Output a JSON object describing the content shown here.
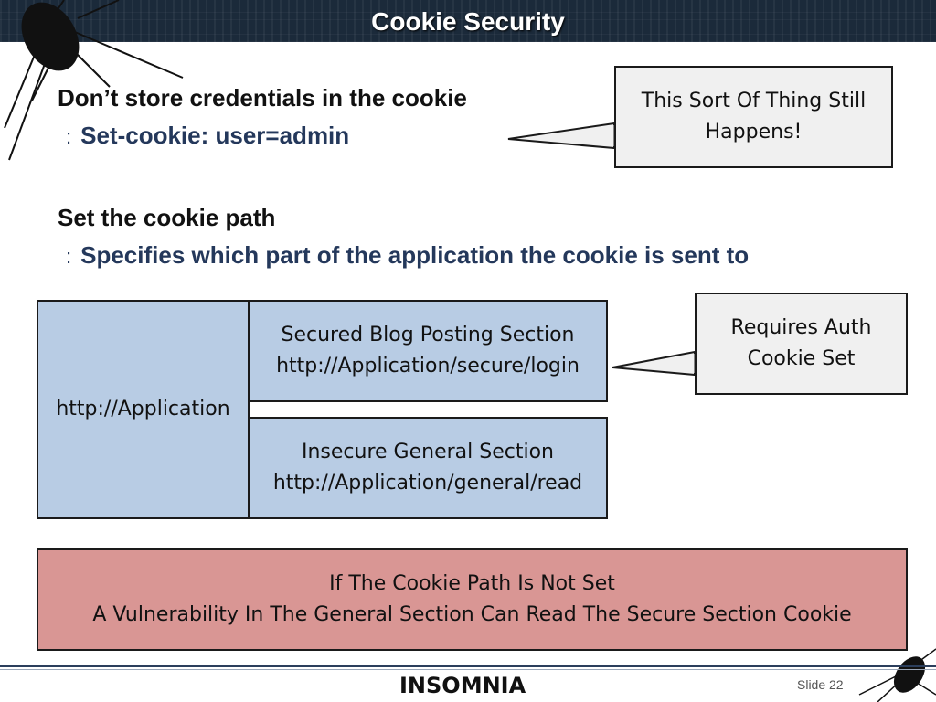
{
  "slide": {
    "title": "Cookie Security",
    "bullets": [
      {
        "main": "Don’t store credentials in the cookie",
        "sub": "Set-cookie: user=admin"
      },
      {
        "main": "Set the cookie path",
        "sub": "Specifies which part of the application the cookie is sent to"
      }
    ],
    "sub_marker": ":",
    "callouts": {
      "top": [
        "This Sort Of Thing Still",
        "Happens!"
      ],
      "middle": [
        "Requires Auth",
        "Cookie Set"
      ]
    },
    "diagram": {
      "app": "http://Application",
      "secure": [
        "Secured Blog Posting Section",
        "http://Application/secure/login"
      ],
      "general": [
        "Insecure General Section",
        "http://Application/general/read"
      ]
    },
    "warning": [
      "If The Cookie Path Is Not Set",
      "A Vulnerability In The General Section Can Read The Secure Section Cookie"
    ],
    "footer": {
      "logo": "INSOMNIA",
      "slide_label": "Slide 22"
    }
  },
  "colors": {
    "header_bg": "#1b2a3a",
    "sub_text": "#24385b",
    "box_blue": "#b8cce4",
    "box_red": "#d99694",
    "callout_gray": "#f0f0f0"
  },
  "icons": [
    "cockroach-icon"
  ]
}
